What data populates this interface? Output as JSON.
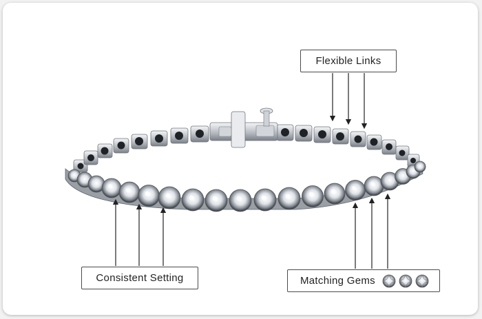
{
  "labels": {
    "flexible_links": "Flexible Links",
    "consistent_setting": "Consistent Setting",
    "matching_gems": "Matching Gems"
  },
  "product": {
    "name": "diamond tennis bracelet",
    "metal_color": "#c9ccd1",
    "gem_color": "#eef1f5"
  },
  "icons": {
    "gem": "round-diamond-icon",
    "arrow": "arrow-line"
  }
}
